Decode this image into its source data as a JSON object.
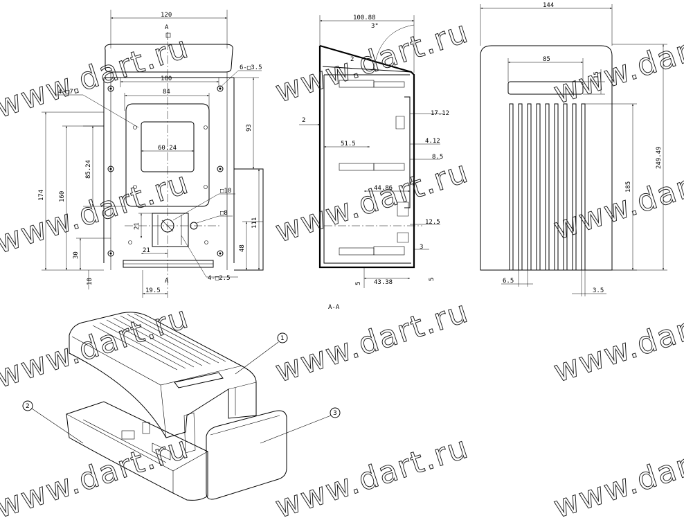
{
  "watermark": "www.dart.ru",
  "front_view": {
    "dims": {
      "w120": "120",
      "w100": "100",
      "w84": "84",
      "w60_24": "60.24",
      "h174": "174",
      "h160": "160",
      "h85_24": "85.24",
      "h93": "93",
      "h111": "111",
      "h48": "48",
      "h30": "30",
      "h18": "18",
      "h21a": "21",
      "h21b": "21",
      "w19_5": "19.5"
    },
    "callouts": {
      "holes6": "6-□3.5",
      "holes4_7": "4-□7",
      "sq18": "□18",
      "sq8": "□8",
      "holes4_2_5": "4-□2.5"
    },
    "section_marks": {
      "top": "A",
      "bottom": "A"
    }
  },
  "section_view": {
    "label": "A-A",
    "dims": {
      "w100_88": "100.88",
      "angle": "3°",
      "d2top": "2",
      "d2side": "2",
      "d17_12": "17.12",
      "d4_12": "4.12",
      "d8_5": "8.5",
      "d51_5": "51.5",
      "d44_86": "44.86",
      "d12_5": "12.5",
      "d3": "3",
      "d43_38": "43.38",
      "d5a": "5",
      "d5b": "5"
    }
  },
  "side_view": {
    "dims": {
      "w144": "144",
      "w85": "85",
      "h249_49": "249.49",
      "h185": "185",
      "h15": "15",
      "d6_5": "6.5",
      "d3_5": "3.5"
    }
  },
  "iso_view": {
    "parts": {
      "p1": "1",
      "p2": "2",
      "p3": "3"
    }
  }
}
